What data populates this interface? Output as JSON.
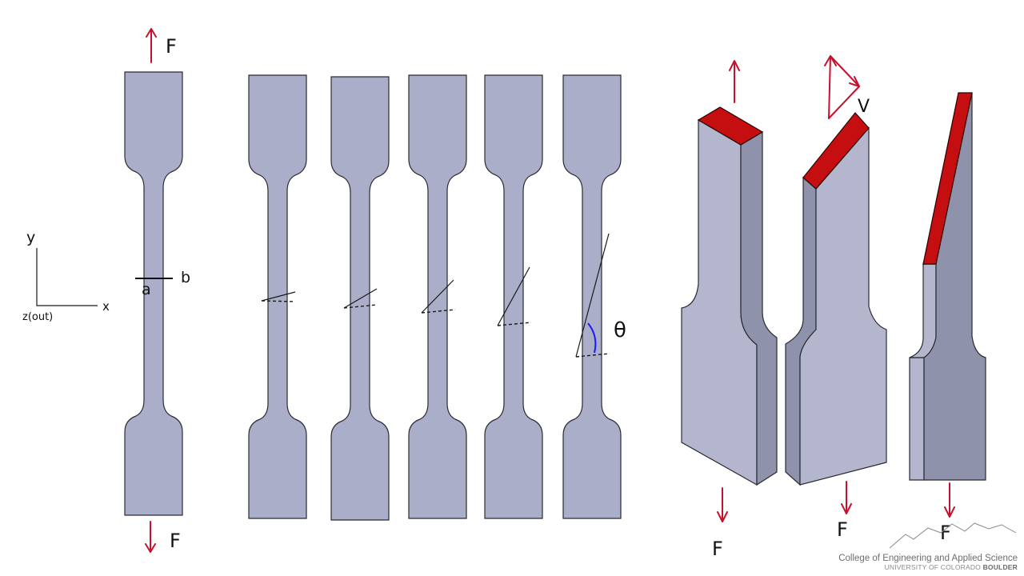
{
  "labels": {
    "force": "F",
    "velocity": "V",
    "theta": "θ",
    "axis_y": "y",
    "axis_x": "x",
    "axis_z": "z(out)",
    "dim_a": "a",
    "dim_b": "b"
  },
  "footer": {
    "college": "College of Engineering and Applied Science",
    "university": "UNIVERSITY OF COLORADO",
    "campus": "BOULDER"
  },
  "colors": {
    "specimen": "#abaec8",
    "plane": "#c40e10",
    "arrow": "#c8102e",
    "angle_arc": "#1a1aff"
  }
}
